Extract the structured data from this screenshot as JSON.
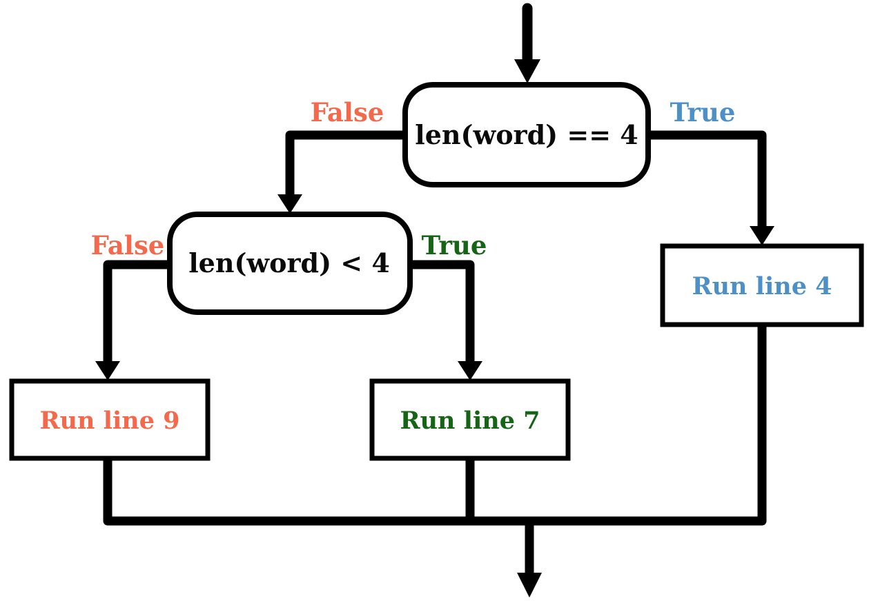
{
  "flowchart": {
    "decision1": {
      "label": "len(word) == 4"
    },
    "decision2": {
      "label": "len(word) < 4"
    },
    "action_run4": {
      "label": "Run line 4"
    },
    "action_run7": {
      "label": "Run line 7"
    },
    "action_run9": {
      "label": "Run line 9"
    },
    "branches": {
      "d1_false": "False",
      "d1_true": "True",
      "d2_false": "False",
      "d2_true": "True"
    },
    "colors": {
      "false_branch": "#F4694C",
      "true_branch_blue": "#4D90C8",
      "true_branch_green": "#166516",
      "edge": "#000000"
    }
  }
}
